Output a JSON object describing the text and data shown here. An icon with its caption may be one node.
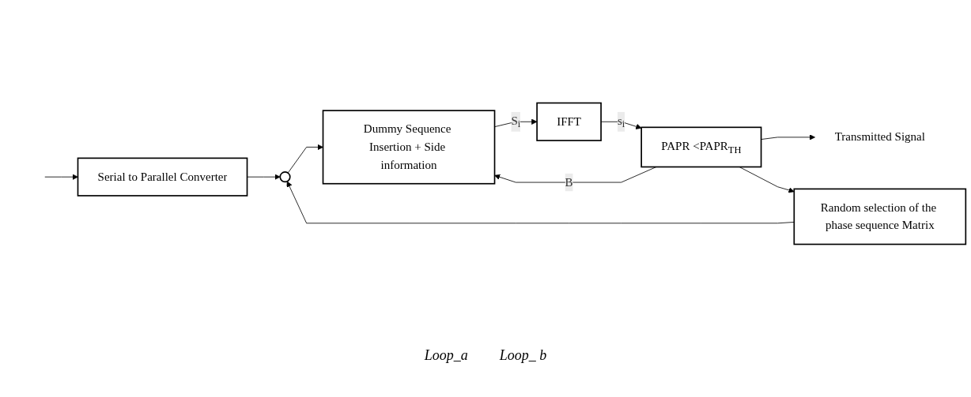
{
  "diagram": {
    "nodes": [
      {
        "text": [
          "Serial to Parallel Converter"
        ]
      },
      {
        "text": [],
        "shape": "circle"
      },
      {
        "text": [
          "Dummy Sequence Insertion + Side information"
        ]
      },
      {
        "text": [
          "IFFT"
        ]
      },
      {
        "text": [
          "PAPR <PAPR$_{TH}$"
        ]
      },
      {
        "text": [
          "Transmitted Signal"
        ]
      },
      {
        "text": [
          "Random selection of the phase sequence Matrix"
        ]
      }
    ],
    "edges": [
      {
        "from": null,
        "to": 0,
        "arrow": "to"
      },
      {
        "from": 0,
        "to": 1,
        "arrow": "to"
      },
      {
        "from": 1,
        "to": 2,
        "arrow": "to"
      },
      {
        "from": 2,
        "to": 3,
        "arrow": "to",
        "label": "S$_{i}$"
      },
      {
        "from": 3,
        "to": 4,
        "arrow": "to",
        "label": "s$_{i}$"
      },
      {
        "from": 4,
        "to": 5,
        "arrow": "to"
      },
      {
        "from": 4,
        "to": 6,
        "arrow": "to"
      },
      {
        "from": 6,
        "to": 1,
        "arrow": "to"
      },
      {
        "from": 4,
        "to": 2,
        "arrow": "to",
        "label": "B"
      }
    ],
    "labels": [
      "Loop_a",
      "Loop_ b"
    ]
  }
}
